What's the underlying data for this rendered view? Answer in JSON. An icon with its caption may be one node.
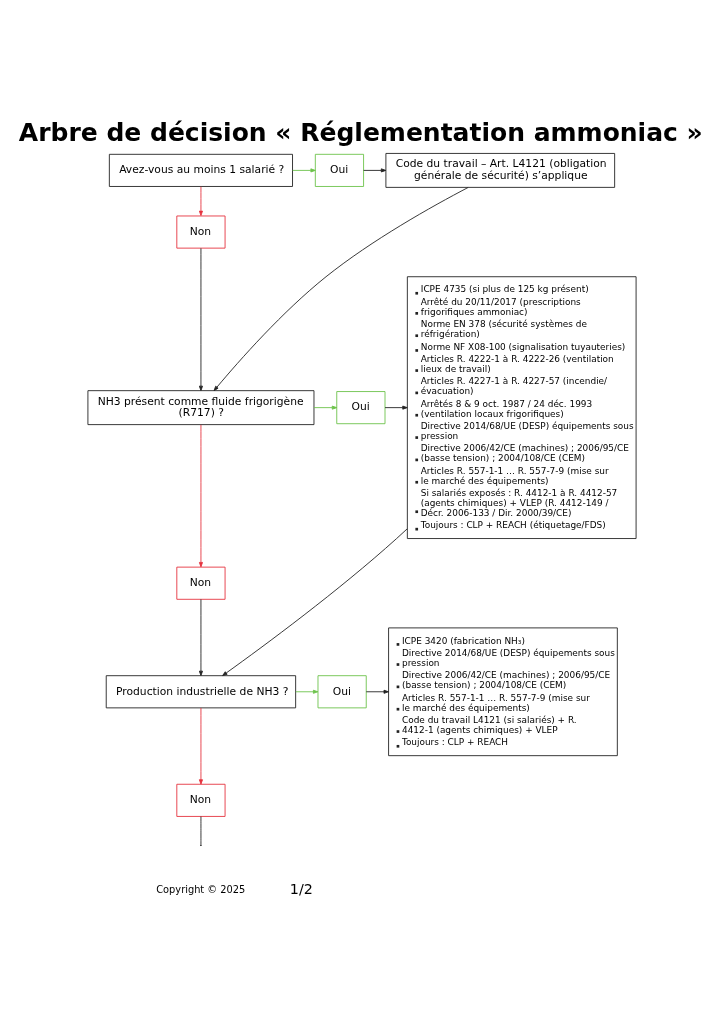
{
  "diagram": {
    "title": "Arbre de décision « Réglementation ammoniac »",
    "nodes": [
      {
        "text": [
          "Avez-vous au moins 1 salarié ?"
        ]
      },
      {
        "text": [
          "Oui"
        ]
      },
      {
        "text": [
          "Code du travail – Art. L4121 (obligation générale de sécurité) s’applique"
        ]
      },
      {
        "text": [
          "Non"
        ]
      },
      {
        "text": [
          "NH3 présent comme fluide frigorigène (R717) ?"
        ]
      },
      {
        "text": [
          "Oui"
        ]
      },
      {
        "text": [
          "ICPE 4735 (si plus de 125 kg présent)",
          "Arrêté du 20/11/2017 (prescriptions frigorifiques ammoniac)",
          "Norme EN 378 (sécurité systèmes de réfrigération)",
          "Norme NF X08-100 (signalisation tuyauteries)",
          "Articles R. 4222-1 à R. 4222-26 (ventilation lieux de travail)",
          "Articles R. 4227-1 à R. 4227-57 (incendie/ évacuation)",
          "Arrêtés 8 & 9 oct. 1987 / 24 déc. 1993 (ventilation locaux frigorifiques)",
          "Directive 2014/68/UE (DESP) équipements sous pression",
          "Directive 2006/42/CE (machines) ; 2006/95/CE (basse tension) ; 2004/108/CE (CEM)",
          "Articles R. 557-1-1 … R. 557-7-9 (mise sur le marché des équipements)",
          "Si salariés exposés : R. 4412-1 à R. 4412-57 (agents chimiques) + VLEP (R. 4412-149 / Décr. 2006-133 / Dir. 2000/39/CE)",
          "Toujours : CLP + REACH (étiquetage/FDS)"
        ]
      },
      {
        "text": [
          "Non"
        ]
      },
      {
        "text": [
          "Production industrielle de NH3 ?"
        ]
      },
      {
        "text": [
          "Oui"
        ]
      },
      {
        "text": [
          "ICPE 3420 (fabrication NH₃)",
          "Directive 2014/68/UE (DESP) équipements sous pression",
          "Directive 2006/42/CE (machines) ; 2006/95/CE (basse tension) ; 2004/108/CE (CEM)",
          "Articles R. 557-1-1 … R. 557-7-9 (mise sur le marché des équipements)",
          "Code du travail L4121 (si salariés) + R. 4412-1 (agents chimiques) + VLEP",
          "Toujours : CLP + REACH"
        ]
      },
      {
        "text": [
          "Non"
        ]
      }
    ],
    "edges": [
      {
        "from": 0,
        "to": 1,
        "arrow": "to",
        "color": "#6cc24a"
      },
      {
        "from": 1,
        "to": 2,
        "arrow": "to"
      },
      {
        "from": 0,
        "to": 3,
        "arrow": "to",
        "color": "#e5323e"
      },
      {
        "from": 2,
        "to": 4,
        "arrow": "to"
      },
      {
        "from": 3,
        "to": 4,
        "arrow": "to"
      },
      {
        "from": 4,
        "to": 5,
        "arrow": "to",
        "color": "#6cc24a"
      },
      {
        "from": 5,
        "to": 6,
        "arrow": "to"
      },
      {
        "from": 4,
        "to": 7,
        "arrow": "to",
        "color": "#e5323e"
      },
      {
        "from": 6,
        "to": 8,
        "arrow": "to"
      },
      {
        "from": 7,
        "to": 8,
        "arrow": "to"
      },
      {
        "from": 8,
        "to": 9,
        "arrow": "to",
        "color": "#6cc24a"
      },
      {
        "from": 9,
        "to": 10,
        "arrow": "to"
      },
      {
        "from": 8,
        "to": 11,
        "arrow": "to",
        "color": "#e5323e"
      },
      {
        "from": 11,
        "to": null,
        "arrow": "none"
      }
    ],
    "labels": [
      "Copyright © 2025",
      "1/2"
    ]
  }
}
